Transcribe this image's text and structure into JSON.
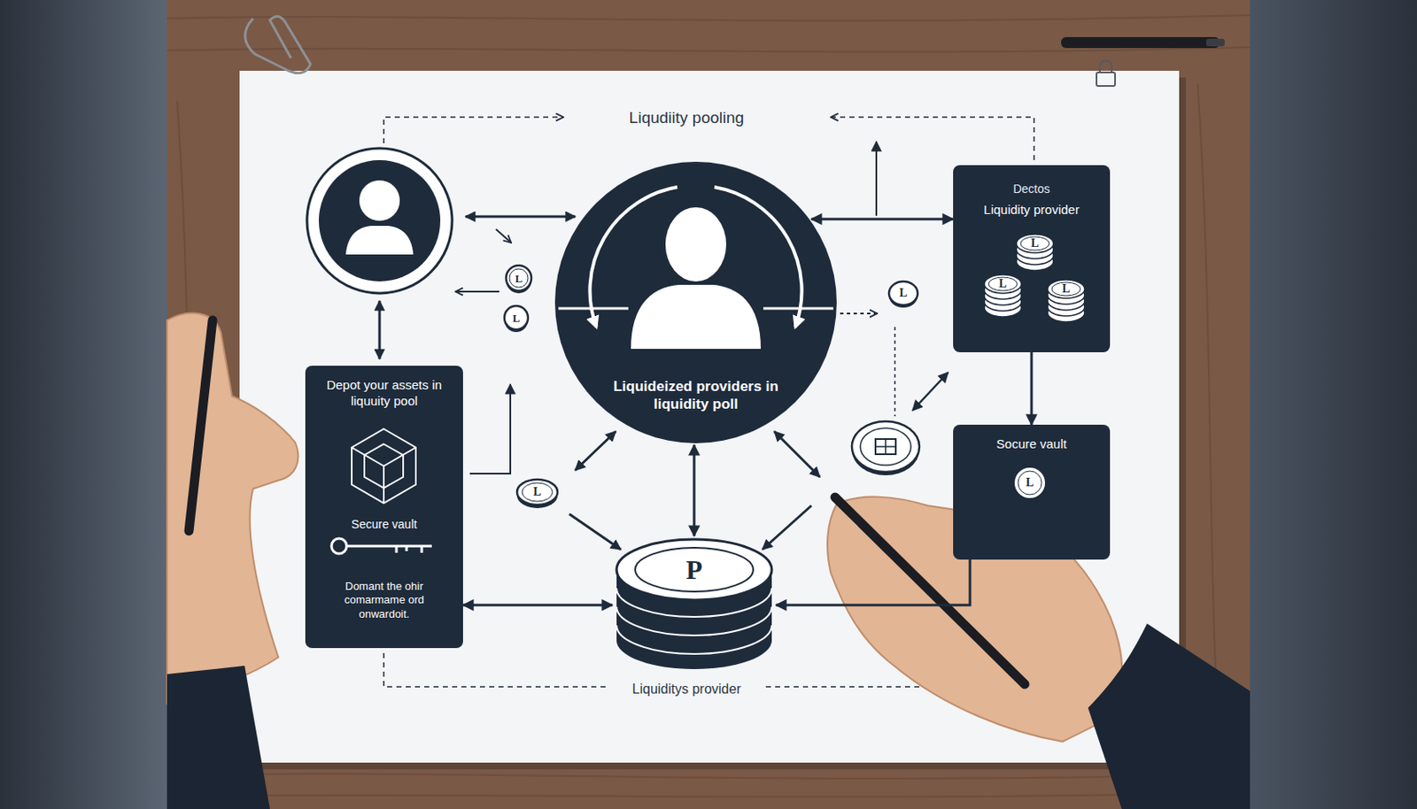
{
  "diagram": {
    "title": "Liqudiity pooling",
    "nodes": [
      {
        "text": [
          "Liquideized providers in liquidity poll"
        ]
      },
      {
        "text": [
          "Dectos",
          "Liquidity provider"
        ]
      },
      {
        "text": [
          "Depot your assets in liquuity pool",
          "Secure vault",
          "Domant the ohir comarmame ord onwardoit."
        ]
      },
      {
        "text": [
          "Socure vault"
        ]
      },
      {
        "text": [
          "P"
        ]
      }
    ],
    "edges": [
      {
        "from": 0,
        "to": 1,
        "arrow": "both"
      },
      {
        "from": 0,
        "to": 4,
        "arrow": "both"
      },
      {
        "from": 1,
        "to": 3,
        "arrow": "to"
      },
      {
        "from": 2,
        "to": 4,
        "arrow": "both"
      },
      {
        "from": 3,
        "to": 4,
        "arrow": "to"
      }
    ],
    "labels": [
      "L",
      "L",
      "L",
      "L",
      "L",
      "L",
      "L",
      "L",
      "Liquiditys provider"
    ]
  }
}
